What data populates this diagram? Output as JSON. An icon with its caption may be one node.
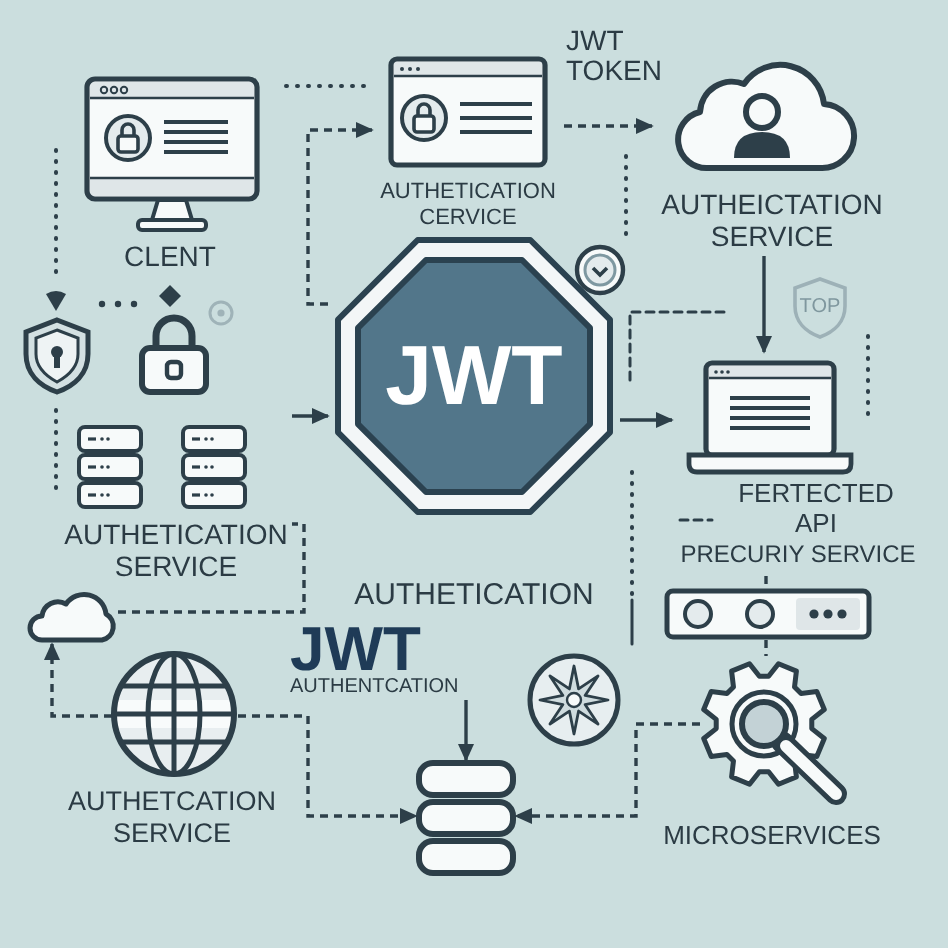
{
  "diagram": {
    "nodes": [
      {
        "text": [
          "CLENT"
        ]
      },
      {
        "text": [
          "AUTHETICATION CERVICE"
        ]
      },
      {
        "text": [
          "AUTHEICTATION SERVICE"
        ]
      },
      {
        "text": [
          "AUTHETICATION SERVICE"
        ]
      },
      {
        "text": [
          "JWT"
        ]
      },
      {
        "text": [
          "FERTECTED API",
          "PRECURIY SERVICE"
        ]
      },
      {
        "text": [],
        "shape": "picture"
      },
      {
        "text": [],
        "shape": "cloud"
      },
      {
        "text": [
          "JWT",
          "AUTHENTCATION"
        ]
      },
      {
        "text": [
          "MICROSERVICES"
        ]
      },
      {
        "text": [
          "AUTHETCATION SERVICE"
        ]
      },
      {
        "text": [],
        "shape": "picture"
      }
    ],
    "edges": [
      {
        "from": 4,
        "to": 1,
        "arrow": "to",
        "style": "dashed"
      },
      {
        "from": 1,
        "to": 2,
        "arrow": "to",
        "style": "dashed"
      },
      {
        "from": 2,
        "to": 5,
        "arrow": "to"
      },
      {
        "from": 3,
        "to": 4,
        "arrow": "to"
      },
      {
        "from": 4,
        "to": 5,
        "arrow": "to"
      },
      {
        "from": 7,
        "to": 3,
        "arrow": "none",
        "style": "dashed"
      },
      {
        "from": 10,
        "to": 7,
        "arrow": "to",
        "style": "dashed"
      },
      {
        "from": 10,
        "to": 11,
        "arrow": "to",
        "style": "dashed"
      },
      {
        "from": 9,
        "to": 11,
        "arrow": "to",
        "style": "dashed"
      },
      {
        "from": 8,
        "to": 11,
        "arrow": "to"
      },
      {
        "from": 5,
        "to": 6,
        "arrow": "none",
        "style": "dashed"
      },
      {
        "from": 6,
        "to": 9,
        "arrow": "none",
        "style": "dashed"
      }
    ],
    "labels": [
      "JWT TOKEN",
      "TOP",
      "AUTHETICATION"
    ]
  }
}
